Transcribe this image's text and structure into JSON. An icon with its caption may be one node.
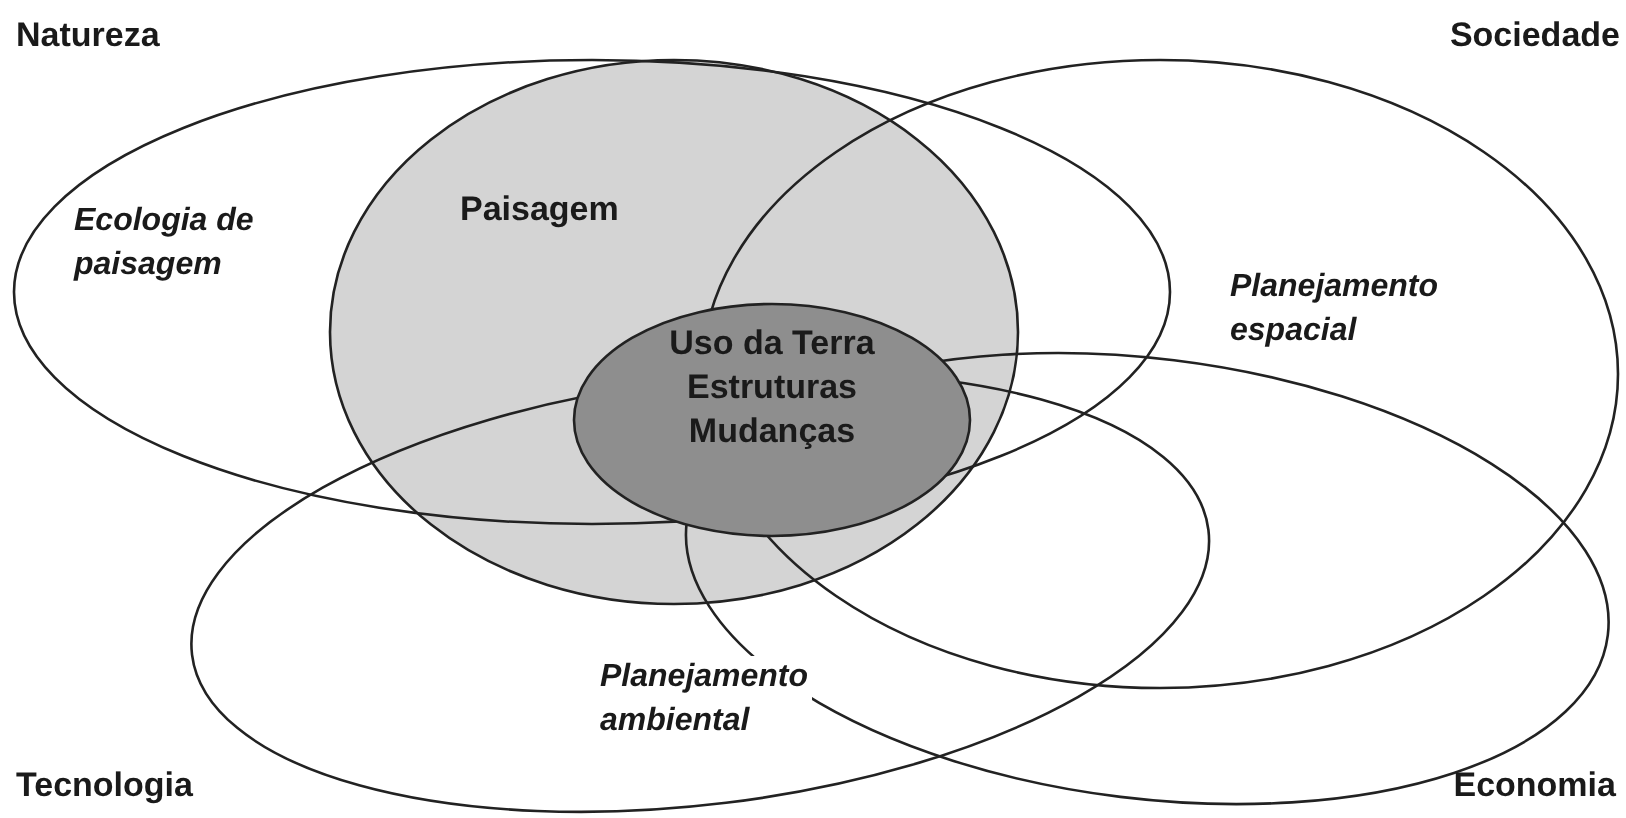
{
  "diagram": {
    "nodes": [
      {
        "text": [
          "Natureza"
        ]
      },
      {
        "text": [
          "Paisagem"
        ]
      },
      {
        "text": [
          "Sociedade"
        ]
      },
      {
        "text": [
          "Tecnologia"
        ]
      },
      {
        "text": [
          "Economia"
        ]
      },
      {
        "text": [
          "Uso da Terra Estruturas Mudanças"
        ],
        "in": 1
      }
    ],
    "labels": [
      "Ecologia de paisagem",
      "Planejamento espacial",
      "Planejamento ambiental"
    ]
  }
}
